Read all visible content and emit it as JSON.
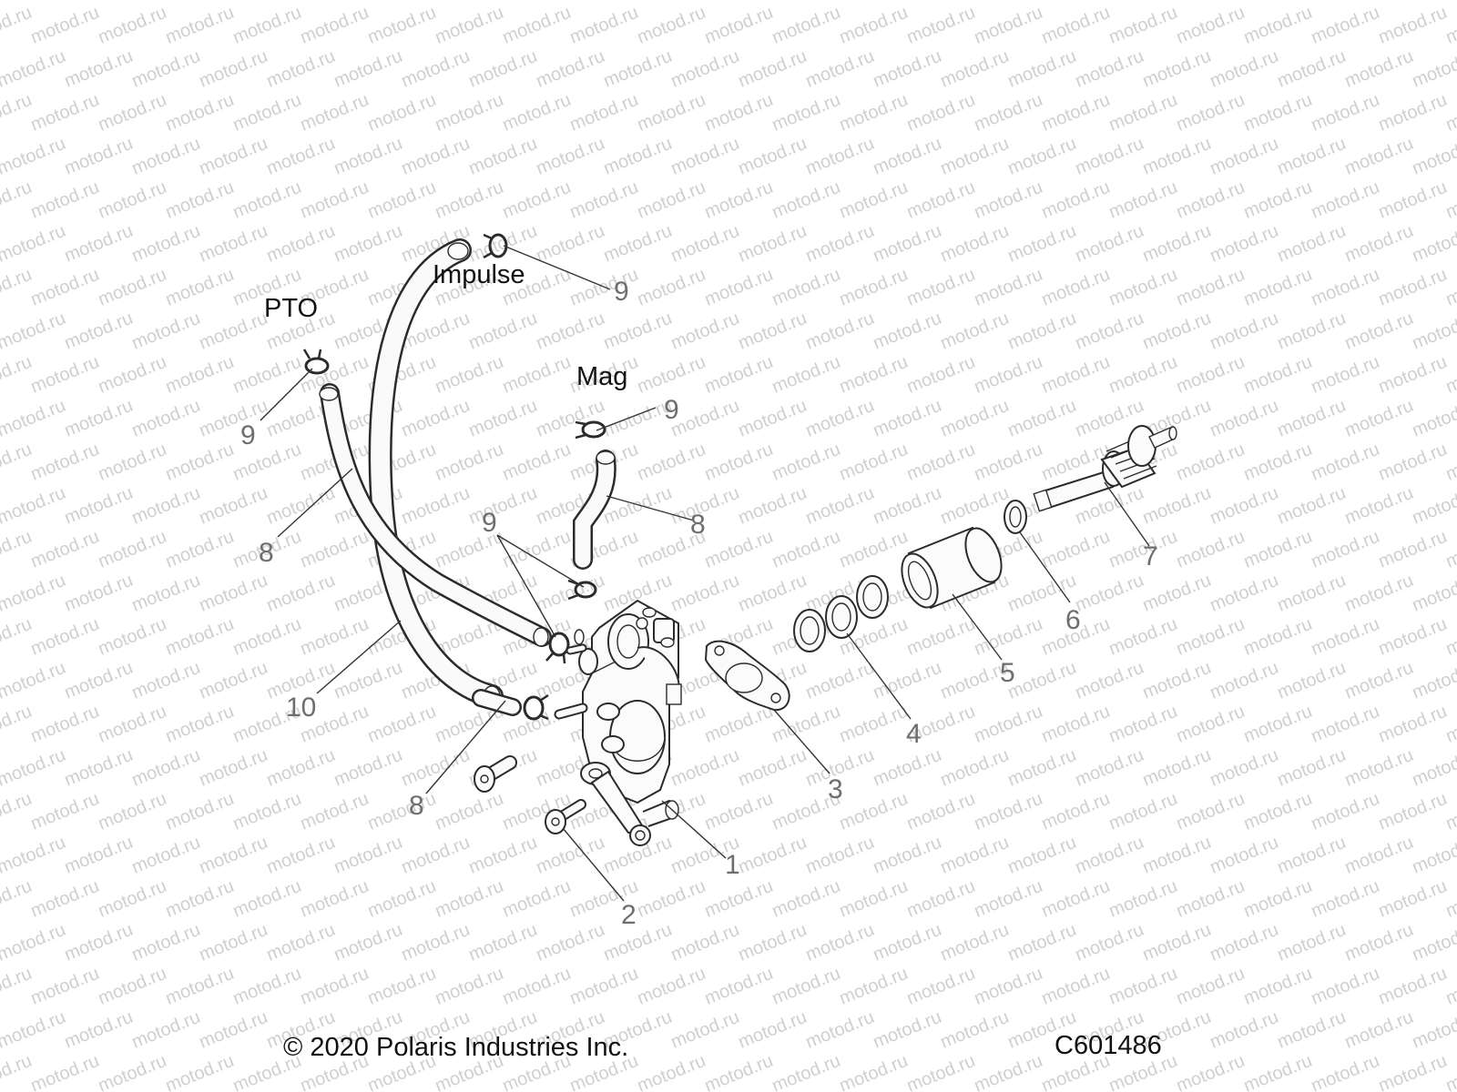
{
  "watermark": {
    "text": "motod.ru"
  },
  "locations": {
    "pto": "PTO",
    "impulse": "Impulse",
    "mag": "Mag"
  },
  "callouts": {
    "c1": "1",
    "c2": "2",
    "c3": "3",
    "c4": "4",
    "c5": "5",
    "c6": "6",
    "c7": "7",
    "c8a": "8",
    "c8b": "8",
    "c8c": "8",
    "c9a": "9",
    "c9b": "9",
    "c9c": "9",
    "c9d": "9",
    "c10": "10"
  },
  "footer": {
    "copyright": "© 2020 Polaris Industries Inc.",
    "figure_id": "C601486"
  }
}
